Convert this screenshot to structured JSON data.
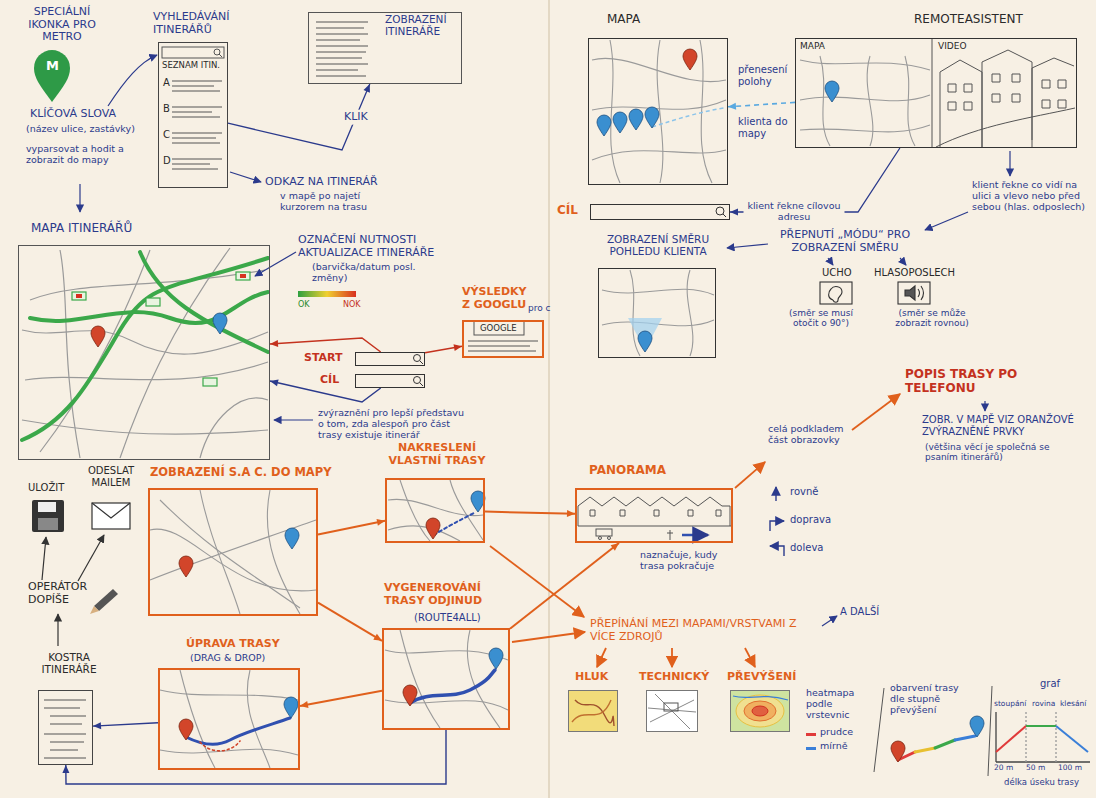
{
  "diagram": {
    "nodes": [
      {
        "text": [
          "VYHLEDÁVÁNÍ ITINERÁŘŮ",
          "SEZNAM ITIN.",
          "A",
          "B",
          "C",
          "D"
        ]
      },
      {
        "text": [
          "ZOBRAZENÍ ITINERÁŘE"
        ]
      },
      {
        "text": [
          "MAPA ITINERÁŘŮ"
        ]
      },
      {
        "text": [
          "START"
        ]
      },
      {
        "text": [
          "CÍL"
        ]
      },
      {
        "text": [
          "VÝSLEDKY Z GOOGLU",
          "pro c",
          "GOOGLE"
        ]
      },
      {
        "text": [
          "ZOBRAZENÍ S.A C. DO MAPY"
        ]
      },
      {
        "text": [
          "NAKRESLENÍ VLASTNÍ TRASY"
        ]
      },
      {
        "text": [
          "VYGENEROVÁNÍ TRASY ODJINUD",
          "(ROUTE4ALL)"
        ]
      },
      {
        "text": [
          "ÚPRAVA TRASY",
          "(DRAG & DROP)"
        ]
      },
      {
        "text": [
          "KOSTRA ITINERÁŘE"
        ]
      },
      {
        "text": [
          "MAPA"
        ]
      },
      {
        "text": [
          "REMOTEASISTENT",
          "MAPA",
          "VIDEO"
        ]
      },
      {
        "text": [
          "CÍL"
        ]
      },
      {
        "text": [
          "ZOBRAZENÍ SMĚRU POHLEDU KLIENTA"
        ]
      },
      {
        "text": [
          "PANORAMA"
        ]
      },
      {
        "text": [
          "ULOŽIT"
        ]
      },
      {
        "text": [
          "ODESLAT MAILEM"
        ]
      },
      {
        "text": [
          "UCHO",
          "(směr se musí otočit o 90°)"
        ]
      },
      {
        "text": [
          "HLASOPOSLECH",
          "(směr se může zobrazit rovnou)"
        ]
      },
      {
        "text": [
          "HLUK"
        ]
      },
      {
        "text": [
          "TECHNICKÝ"
        ]
      },
      {
        "text": [
          "PŘEVÝŠENÍ"
        ]
      }
    ],
    "edges": [
      {
        "from": 0,
        "to": 1,
        "label": "KLIK",
        "arrow": "to"
      },
      {
        "from": 3,
        "to": 2,
        "arrow": "to"
      },
      {
        "from": 4,
        "to": 2,
        "arrow": "to"
      },
      {
        "from": 3,
        "to": 5,
        "arrow": "to"
      },
      {
        "from": 6,
        "to": 7,
        "arrow": "to"
      },
      {
        "from": 6,
        "to": 8,
        "arrow": "to"
      },
      {
        "from": 8,
        "to": 9,
        "arrow": "to"
      },
      {
        "from": 9,
        "to": 10,
        "arrow": "to"
      },
      {
        "from": 8,
        "to": 10,
        "arrow": "to"
      },
      {
        "from": 7,
        "to": 15,
        "arrow": "to"
      },
      {
        "from": 8,
        "to": 15,
        "arrow": "to"
      },
      {
        "from": 12,
        "to": 11,
        "arrow": "to"
      },
      {
        "from": 12,
        "to": 13,
        "label": "klient řekne cílovou adresu",
        "arrow": "to"
      }
    ],
    "labels": [
      "SPECIÁLNÍ IKONKA PRO METRO",
      "M",
      "KLÍČOVÁ SLOVA",
      "(název ulice, zastávky)",
      "vyparsovat a hodit a zobrazit do mapy",
      "ODKAZ NA ITINERÁŘ",
      "v mapě po najetí kurzorem na trasu",
      "OZNAČENÍ NUTNOSTI AKTUALIZACE ITINERÁŘE",
      "(barvička/datum posl. změny)",
      "OK",
      "NOK",
      "zvýraznění pro lepší představu o tom, zda alespoň pro část trasy existuje itinerář",
      "OPERÁTOR DOPÍŠE",
      "přenesení polohy",
      "klienta do mapy",
      "klient řekne co vidí na ulici a vlevo nebo před sebou (hlas. odposlech)",
      "PŘEPNUTÍ „MÓDU“ PRO ZOBRAZENÍ SMĚRU",
      "POPIS TRASY PO TELEFONU",
      "ZOBR. V MAPĚ VIZ ORANŽOVÉ ZVÝRAZNĚNÉ PRVKY",
      "(většina věcí je společná se psaním itinerářů)",
      "celá podkladem část obrazovky",
      "naznačuje, kudy trasa pokračuje",
      "rovně",
      "doprava",
      "doleva",
      "PŘEPÍNÁNÍ MEZI MAPAMI/VRSTVAMI Z VÍCE ZDROJŮ",
      "A DALŠÍ",
      "heatmapa podle vrstevnic",
      "obarvení trasy dle stupně převýšení",
      "graf",
      "stoupání",
      "rovina",
      "klesání",
      "20 m",
      "50 m",
      "100 m",
      "délka úseku trasy"
    ],
    "legend": [
      {
        "text": "prudce",
        "color": "#e03a3a"
      },
      {
        "text": "mírně",
        "color": "#3a7fd8"
      }
    ]
  }
}
